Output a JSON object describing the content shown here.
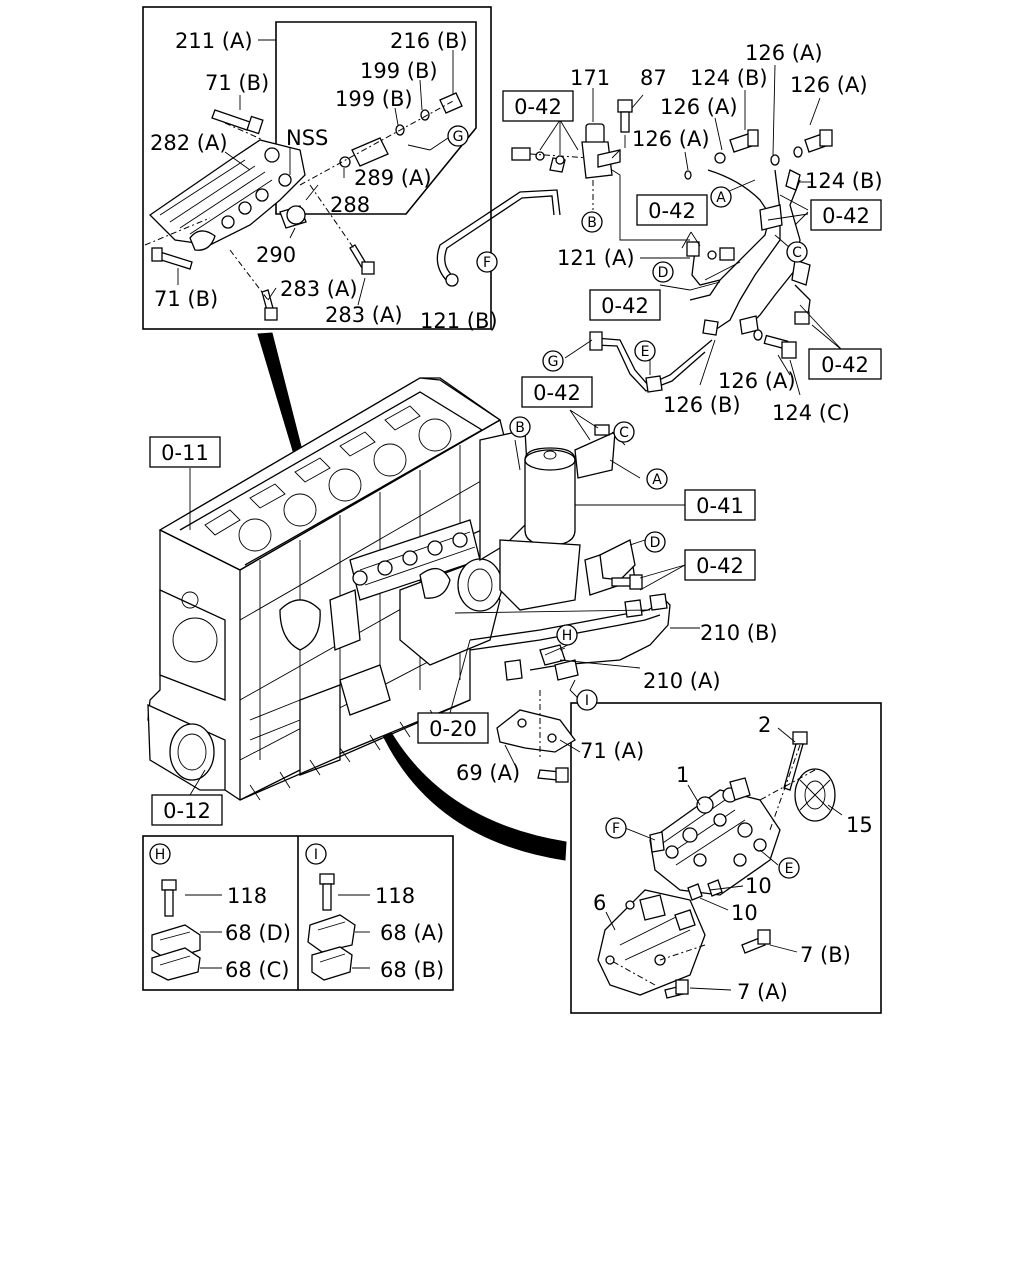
{
  "part_labels": {
    "p211A": "211 (A)",
    "p71B_top": "71 (B)",
    "p282A": "282 (A)",
    "pNSS": "NSS",
    "p216B": "216 (B)",
    "p199B_1": "199 (B)",
    "p199B_2": "199 (B)",
    "p289A": "289 (A)",
    "p288": "288",
    "p290": "290",
    "p71B_bottom": "71 (B)",
    "p283A_1": "283 (A)",
    "p283A_2": "283 (A)",
    "p121B": "121 (B)",
    "p171": "171",
    "p87": "87",
    "p124B_1": "124 (B)",
    "p126A_1": "126 (A)",
    "p126A_2": "126 (A)",
    "p126A_3": "126 (A)",
    "p126A_4": "126 (A)",
    "p124B_2": "124 (B)",
    "p121A": "121 (A)",
    "p126A_5": "126 (A)",
    "p126B": "126 (B)",
    "p124C": "124 (C)",
    "p210B": "210 (B)",
    "p210A": "210 (A)",
    "p71A": "71 (A)",
    "p69A": "69 (A)",
    "p2": "2",
    "p1": "1",
    "p15": "15",
    "p10_1": "10",
    "p10_2": "10",
    "p6": "6",
    "p7B": "7 (B)",
    "p7A": "7 (A)",
    "p118_1": "118",
    "p68D": "68 (D)",
    "p68C": "68 (C)",
    "p118_2": "118",
    "p68A": "68 (A)",
    "p68B": "68 (B)"
  },
  "ref_boxes": {
    "r042_a": "0-42",
    "r042_b": "0-42",
    "r042_c": "0-42",
    "r042_d": "0-42",
    "r042_e": "0-42",
    "r042_f": "0-42",
    "r042_g": "0-42",
    "r011": "0-11",
    "r041": "0-41",
    "r020": "0-20",
    "r012": "0-12"
  },
  "callouts": {
    "cG": "G",
    "cF_top": "F",
    "cB_top": "B",
    "cA_top": "A",
    "cC_top": "C",
    "cD_top": "D",
    "cG_mid": "G",
    "cE_mid": "E",
    "cB_mid": "B",
    "cC_mid": "C",
    "cA_mid": "A",
    "cD_mid": "D",
    "cH_mid": "H",
    "cI_mid": "I",
    "cF_pump": "F",
    "cE_pump": "E",
    "cH_inset": "H",
    "cI_inset": "I"
  }
}
